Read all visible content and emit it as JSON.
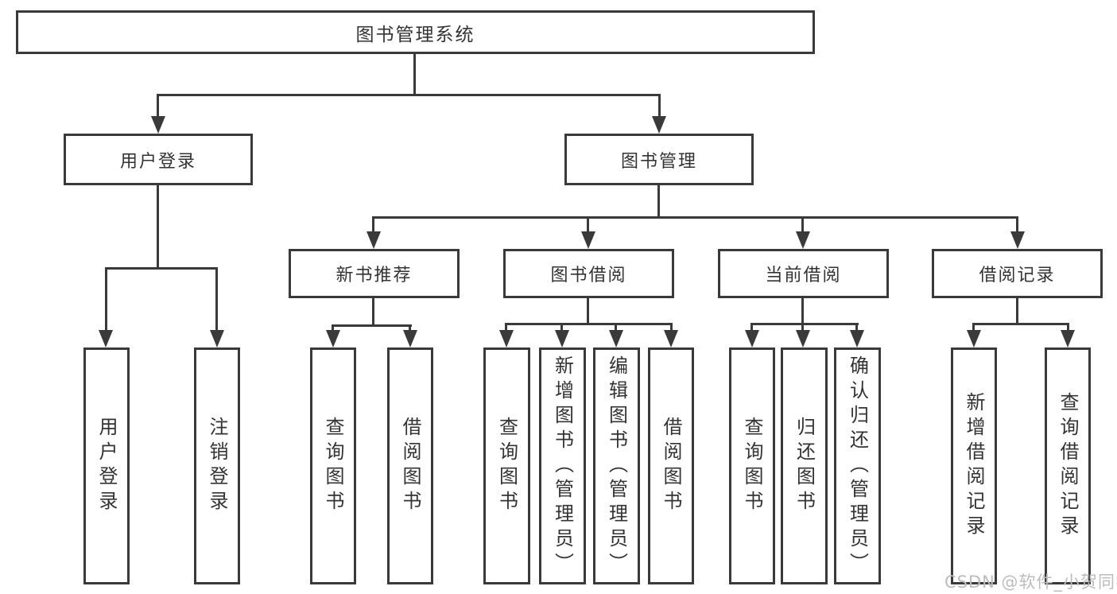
{
  "diagram": {
    "root": {
      "label": "图书管理系统"
    },
    "level2": [
      {
        "id": "user-login",
        "label": "用户登录"
      },
      {
        "id": "book-management",
        "label": "图书管理"
      }
    ],
    "level3": [
      {
        "id": "new-book-recommend",
        "label": "新书推荐",
        "parent": "book-management"
      },
      {
        "id": "book-borrow",
        "label": "图书借阅",
        "parent": "book-management"
      },
      {
        "id": "current-borrow",
        "label": "当前借阅",
        "parent": "book-management"
      },
      {
        "id": "borrow-records",
        "label": "借阅记录",
        "parent": "book-management"
      }
    ],
    "level4": [
      {
        "group": "user-login",
        "label": "用户登录"
      },
      {
        "group": "user-login",
        "label": "注销登录"
      },
      {
        "group": "new-book-recommend",
        "label": "查询图书"
      },
      {
        "group": "new-book-recommend",
        "label": "借阅图书"
      },
      {
        "group": "book-borrow",
        "label": "查询图书"
      },
      {
        "group": "book-borrow",
        "label": "新增图书（管理员）"
      },
      {
        "group": "book-borrow",
        "label": "编辑图书（管理员）"
      },
      {
        "group": "book-borrow",
        "label": "借阅图书"
      },
      {
        "group": "current-borrow",
        "label": "查询图书"
      },
      {
        "group": "current-borrow",
        "label": "归还图书"
      },
      {
        "group": "current-borrow",
        "label": "确认归还（管理员）"
      },
      {
        "group": "borrow-records",
        "label": "新增借阅记录"
      },
      {
        "group": "borrow-records",
        "label": "查询借阅记录"
      }
    ]
  },
  "watermark": {
    "text": "CSDN @软件_小贺同学"
  },
  "colors": {
    "line": "#3a3a3a",
    "text": "#333333",
    "background": "#ffffff",
    "watermark": "#bcbcbc"
  }
}
